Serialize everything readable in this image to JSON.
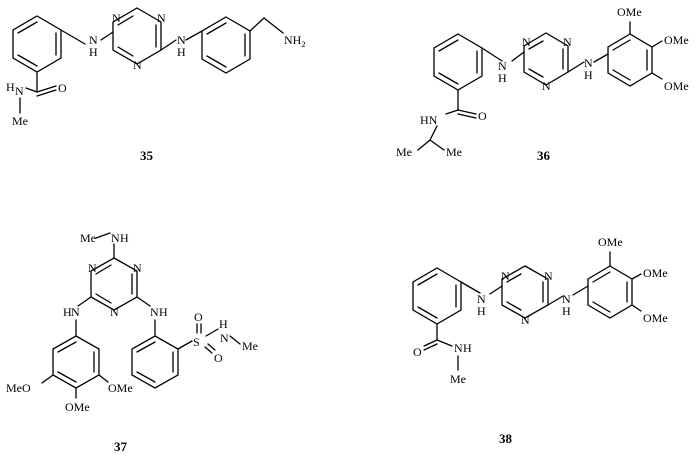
{
  "figure": {
    "compounds": [
      {
        "id": "35",
        "labels": {
          "n_triazine_a": "N",
          "n_triazine_b": "N",
          "n_triazine_c": "N",
          "nh_left": "N",
          "h_left": "H",
          "nh_right": "N",
          "h_right": "H",
          "amide_n": "N",
          "amide_h": "H",
          "amide_o": "O",
          "n_me": "Me",
          "nh2": "NH",
          "nh2_sub": "2"
        }
      },
      {
        "id": "36",
        "labels": {
          "n_triazine_a": "N",
          "n_triazine_b": "N",
          "n_triazine_c": "N",
          "nh_left": "N",
          "h_left": "H",
          "nh_right": "N",
          "h_right": "H",
          "amide_hn": "HN",
          "amide_o": "O",
          "me_left": "Me",
          "me_right": "Me",
          "ome_1": "OMe",
          "ome_2": "OMe",
          "ome_3": "OMe"
        }
      },
      {
        "id": "37",
        "labels": {
          "me_top": "Me",
          "nh_top_n": "N",
          "nh_top_h": "H",
          "n_triazine_a": "N",
          "n_triazine_b": "N",
          "n_triazine_c": "N",
          "nh_left_h": "H",
          "nh_left_n": "N",
          "nh_right_n": "N",
          "nh_right_h": "H",
          "s": "S",
          "o_top": "O",
          "o_bottom": "O",
          "sulf_n": "N",
          "sulf_h": "H",
          "sulf_me": "Me",
          "meo": "MeO",
          "ome_mid": "OMe",
          "ome_right": "OMe"
        }
      },
      {
        "id": "38",
        "labels": {
          "n_triazine_a": "N",
          "n_triazine_b": "N",
          "n_triazine_c": "N",
          "nh_left": "N",
          "h_left": "H",
          "nh_right": "N",
          "h_right": "H",
          "amide_o": "O",
          "amide_n": "N",
          "amide_h": "H",
          "n_me": "Me",
          "ome_1": "OMe",
          "ome_2": "OMe",
          "ome_3": "OMe"
        }
      }
    ]
  }
}
